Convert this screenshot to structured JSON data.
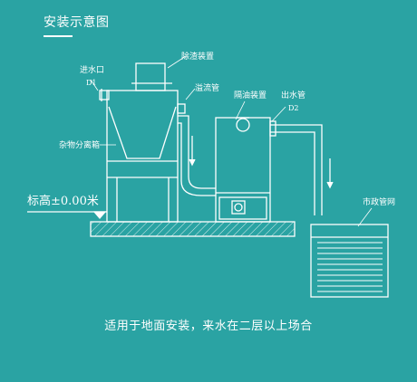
{
  "header": {
    "title": "安装示意图"
  },
  "diagram": {
    "labels": {
      "water_inlet": "进水口",
      "water_inlet_code": "D1",
      "defoam_device": "除渣装置",
      "overflow_pipe": "溢流管",
      "debris_box": "杂物分离箱",
      "elevation": "标高±0.00米",
      "disinfect_device": "隔油装置",
      "water_outlet": "出水管",
      "water_outlet_code": "D2",
      "municipal_pipe": "市政管网"
    },
    "colors": {
      "background": "#2aa3a3",
      "line": "#ffffff"
    }
  },
  "caption": {
    "text": "适用于地面安装，来水在二层以上场合"
  }
}
